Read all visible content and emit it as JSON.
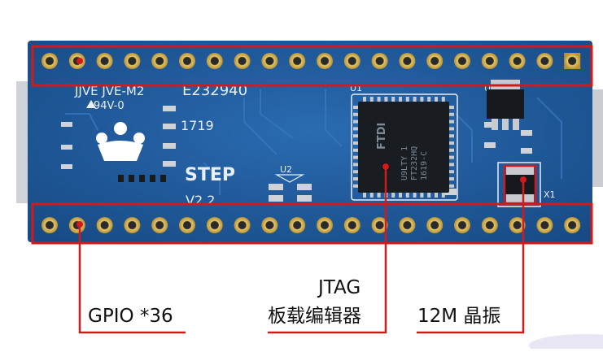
{
  "board": {
    "silkscreen": {
      "cert": "JJVE JVE-M2",
      "rating": "94V-0",
      "serial": "E232940",
      "date_code": "1719",
      "brand": "STEP",
      "version": "V2.2",
      "u1": "U1",
      "u2": "U2",
      "u3": "U3",
      "x1": "X1"
    },
    "chip": {
      "logo": "FTDI",
      "line1": "U9LTY 1",
      "line2": "FT232HQ",
      "line3": "1619-C"
    },
    "colors": {
      "pcb": "#1f5a9c",
      "highlight": "#d31a1a",
      "pad": "#d4b24a"
    }
  },
  "callouts": {
    "gpio": "GPIO *36",
    "jtag_line1": "JTAG",
    "jtag_line2": "板载编辑器",
    "crystal": "12M 晶振"
  }
}
